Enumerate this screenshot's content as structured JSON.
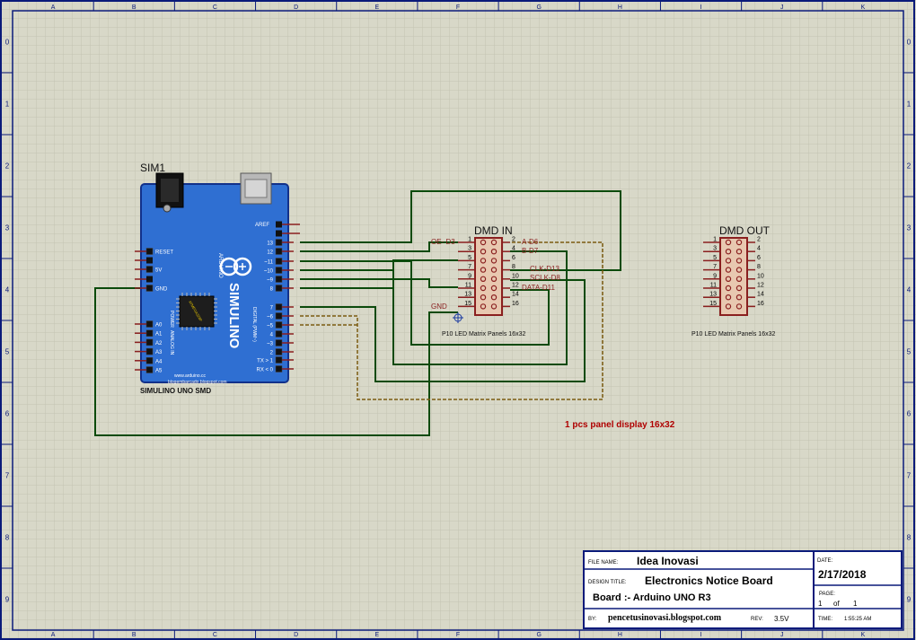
{
  "border": {
    "columns": [
      "A",
      "B",
      "C",
      "D",
      "E",
      "F",
      "G",
      "H",
      "I",
      "J",
      "K"
    ],
    "rows": [
      "0",
      "1",
      "2",
      "3",
      "4",
      "5",
      "6",
      "7",
      "8",
      "9"
    ]
  },
  "arduino": {
    "ref": "SIM1",
    "name": "SIMULINO UNO SMD",
    "brand": "SIMULINO",
    "sub": "ARDUINO",
    "url1": "www.arduino.cc",
    "url2": "blogembarcado.blogspot.com",
    "aref": "AREF",
    "digital_caption": "DIGITAL (PWM~)",
    "analog_caption": "ANALOG IN",
    "power_caption": "POWER",
    "chip": "ATMEGA328P",
    "power_pins": [
      "RESET",
      "5V",
      "GND"
    ],
    "analog_pins": [
      "A0",
      "A1",
      "A2",
      "A3",
      "A4",
      "A5"
    ],
    "digital_pins": [
      "13",
      "12",
      "~11",
      "~10",
      "~9",
      "8",
      "7",
      "~6",
      "~5",
      "4",
      "~3",
      "2",
      "TX > 1",
      "RX < 0"
    ]
  },
  "dmd_in": {
    "title": "DMD IN",
    "left_pins": [
      "1",
      "3",
      "5",
      "7",
      "9",
      "11",
      "13",
      "15"
    ],
    "right_pins": [
      "2",
      "4",
      "6",
      "8",
      "10",
      "12",
      "14",
      "16"
    ],
    "net_labels": {
      "oe": "OE- D3",
      "a": "A-D6",
      "b": "B-D7",
      "clk": "CLK-D13",
      "sclk": "SCLK-D8",
      "data": "DATA-D11",
      "gnd": "GND"
    },
    "caption": "P10 LED Matrix Panels 16x32"
  },
  "dmd_out": {
    "title": "DMD OUT",
    "left_pins": [
      "1",
      "3",
      "5",
      "7",
      "9",
      "11",
      "13",
      "15"
    ],
    "right_pins": [
      "2",
      "4",
      "6",
      "8",
      "10",
      "12",
      "14",
      "16"
    ],
    "caption": "P10 LED Matrix Panels 16x32"
  },
  "note": "1 pcs panel display 16x32",
  "title_block": {
    "file_name_label": "FILE NAME:",
    "file_name": "Idea Inovasi",
    "date_label": "DATE:",
    "date": "2/17/2018",
    "design_title_label": "DESIGN TITLE:",
    "design_title": "Electronics Notice Board",
    "board": "Board :- Arduino UNO R3",
    "page_label": "PAGE:",
    "page_current": "1",
    "page_of": "of",
    "page_total": "1",
    "by_label": "BY:",
    "by": "pencetusinovasi.blogspot.com",
    "rev_label": "REV:",
    "rev": "3.5V",
    "time_label": "TIME:",
    "time": "1:55:25 AM"
  },
  "colors": {
    "background": "#d8d8c8",
    "grid": "#c3c3b2",
    "wire": "#0b4a0b",
    "component": "#8a1f1f",
    "board_blue": "#2f6fd2",
    "sheet_border": "#0a1a7a",
    "label_red": "#b00000"
  }
}
